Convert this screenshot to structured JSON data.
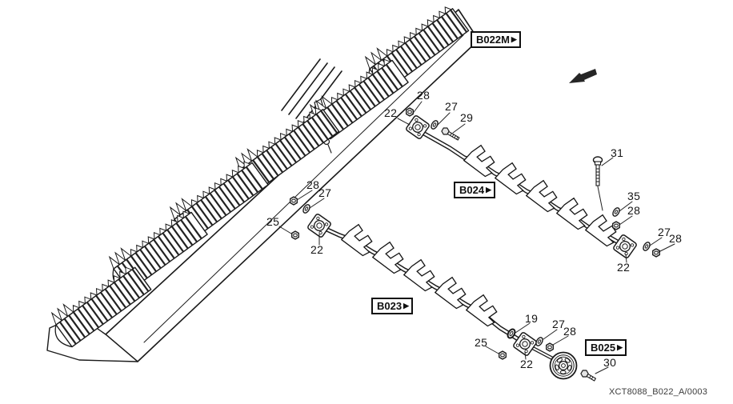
{
  "footer": {
    "code": "XCT8088_B022_A/0003"
  },
  "ref_labels": [
    {
      "id": "B022M",
      "text": "B022M",
      "arrow": "▶"
    },
    {
      "id": "B024",
      "text": "B024",
      "arrow": "▶"
    },
    {
      "id": "B023",
      "text": "B023",
      "arrow": "▶"
    },
    {
      "id": "B025",
      "text": "B025",
      "arrow": "▶"
    }
  ],
  "callouts": [
    {
      "part": "28"
    },
    {
      "part": "22"
    },
    {
      "part": "27"
    },
    {
      "part": "29"
    },
    {
      "part": "31"
    },
    {
      "part": "35"
    },
    {
      "part": "28"
    },
    {
      "part": "27"
    },
    {
      "part": "28"
    },
    {
      "part": "22"
    },
    {
      "part": "28"
    },
    {
      "part": "27"
    },
    {
      "part": "25"
    },
    {
      "part": "22"
    },
    {
      "part": "19"
    },
    {
      "part": "27"
    },
    {
      "part": "28"
    },
    {
      "part": "25"
    },
    {
      "part": "22"
    },
    {
      "part": "30"
    }
  ]
}
